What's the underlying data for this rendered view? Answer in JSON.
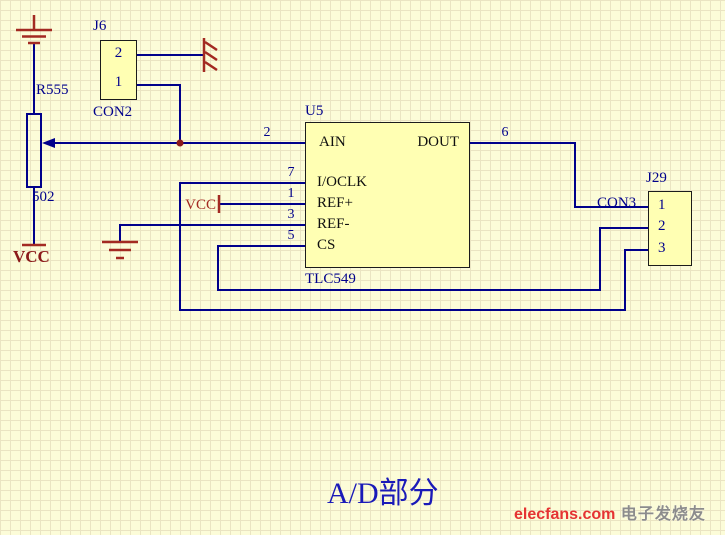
{
  "title": {
    "text": "A/D部分"
  },
  "watermark": {
    "brand": "elecfans.com",
    "suffix": " 电子发烧友"
  },
  "colors": {
    "background": "#FCFCD8",
    "grid": "#EAE4C2",
    "wire": "#00008B",
    "component_fill": "#FFFFB3",
    "component_border": "#1C1C1C",
    "designator_text": "#00008C",
    "pin_text": "#101010",
    "power": "#A32A22",
    "junction": "#8B1A1A",
    "title_text": "#1A1AB8",
    "watermark_brand": "#E53333",
    "watermark_suffix": "#8C8C8C"
  },
  "components": {
    "u5": {
      "designator": "U5",
      "part": "TLC549",
      "pins_left": [
        {
          "num": "2",
          "name": "AIN"
        },
        {
          "num": "7",
          "name": "I/OCLK"
        },
        {
          "num": "1",
          "name": "REF+"
        },
        {
          "num": "3",
          "name": "REF-"
        },
        {
          "num": "5",
          "name": "CS"
        }
      ],
      "pins_right": [
        {
          "num": "6",
          "name": "DOUT"
        }
      ]
    },
    "j6": {
      "designator": "J6",
      "part": "CON2",
      "pins": [
        "2",
        "1"
      ]
    },
    "j29": {
      "designator": "J29",
      "part": "CON3",
      "pins": [
        "1",
        "2",
        "3"
      ]
    },
    "r555": {
      "designator": "R555",
      "value": "502"
    }
  },
  "power_ports": {
    "vcc_mid": "VCC",
    "vcc_bottom": "VCC"
  }
}
